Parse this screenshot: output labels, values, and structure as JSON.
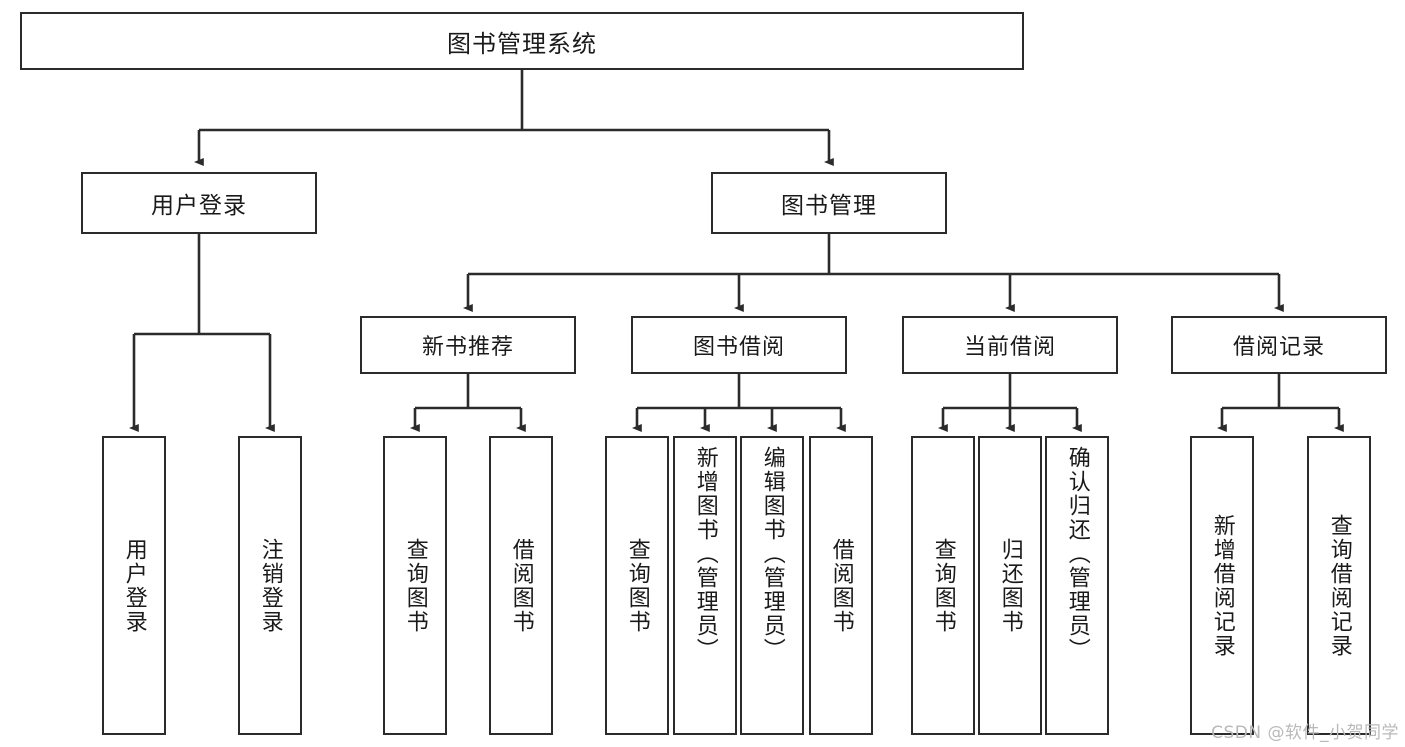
{
  "diagram": {
    "title": "图书管理系统",
    "type": "tree",
    "watermark": "CSDN @软件_小贺同学",
    "colors": {
      "box_border": "#2b2b2b",
      "box_fill": "#ffffff",
      "edge": "#2b2b2b",
      "text": "#1a1a1a",
      "watermark": "#b9b9b9"
    },
    "root": {
      "label": "图书管理系统"
    },
    "level1": [
      {
        "label": "用户登录"
      },
      {
        "label": "图书管理"
      }
    ],
    "level2": [
      {
        "label": "新书推荐"
      },
      {
        "label": "图书借阅"
      },
      {
        "label": "当前借阅"
      },
      {
        "label": "借阅记录"
      }
    ],
    "leaves": {
      "user_login": [
        {
          "label": "用户登录"
        },
        {
          "label": "注销登录"
        }
      ],
      "new_book_recommend": [
        {
          "label": "查询图书"
        },
        {
          "label": "借阅图书"
        }
      ],
      "book_borrow": [
        {
          "label": "查询图书"
        },
        {
          "label": "新增图书（管理员）"
        },
        {
          "label": "编辑图书（管理员）"
        },
        {
          "label": "借阅图书"
        }
      ],
      "current_borrow": [
        {
          "label": "查询图书"
        },
        {
          "label": "归还图书"
        },
        {
          "label": "确认归还（管理员）"
        }
      ],
      "borrow_record": [
        {
          "label": "新增借阅记录"
        },
        {
          "label": "查询借阅记录"
        }
      ]
    }
  }
}
